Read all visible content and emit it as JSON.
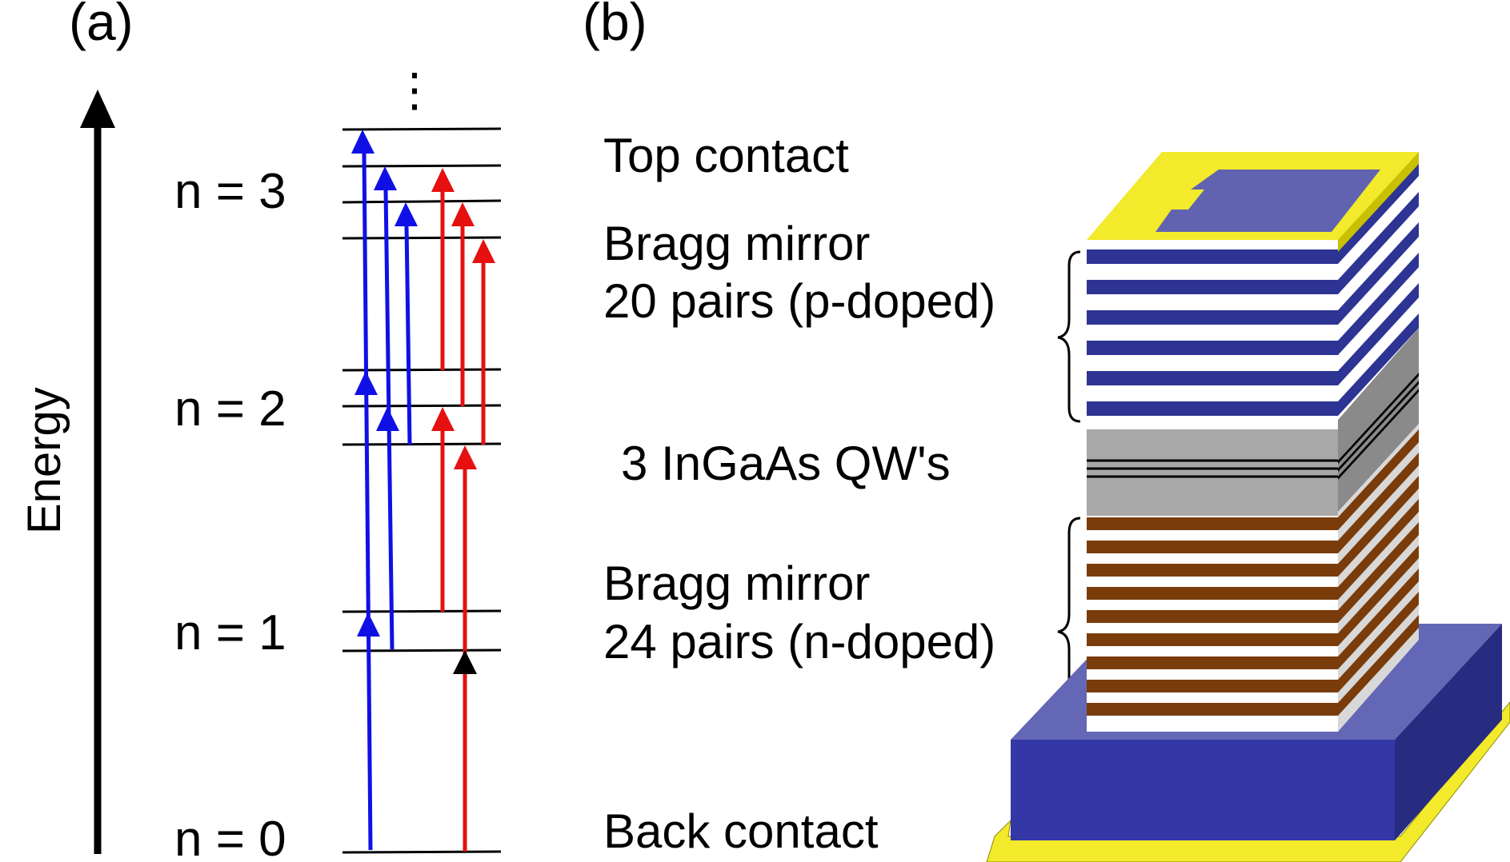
{
  "panel_a": {
    "label": "(a)",
    "axis_label": "Energy",
    "dots": "⋮",
    "levels": [
      {
        "label": "n = 3"
      },
      {
        "label": "n = 2"
      },
      {
        "label": "n = 1"
      },
      {
        "label": "n = 0"
      }
    ],
    "colors": {
      "blue": "#1010e6",
      "red": "#e61010",
      "black": "#000000"
    }
  },
  "panel_b": {
    "label": "(b)",
    "layers": {
      "top_contact": "Top contact",
      "top_mirror_title": "Bragg mirror",
      "top_mirror_detail": "20 pairs (p-doped)",
      "qw": "3 InGaAs QW's",
      "bottom_mirror_title": "Bragg mirror",
      "bottom_mirror_detail": "24 pairs (n-doped)",
      "back_contact": "Back contact"
    },
    "colors": {
      "contact": "#f2ea2a",
      "contact_pad": "#6163b0",
      "p_mirror": "#2e3494",
      "qw_region": "#a8a8a8",
      "n_mirror": "#7a3c0a",
      "substrate": "#3338a6",
      "substrate_top": "#6467b5"
    }
  }
}
